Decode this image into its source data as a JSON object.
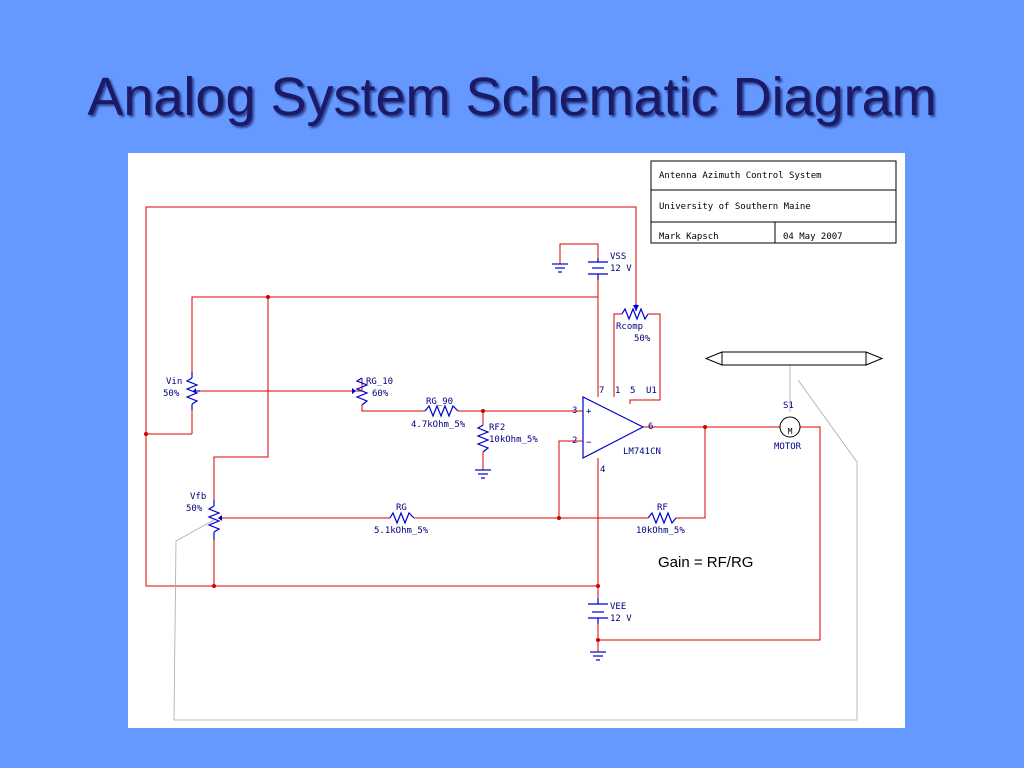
{
  "slide": {
    "title": "Analog System Schematic Diagram"
  },
  "title_block": {
    "project": "Antenna Azimuth Control System",
    "organization": "University of Southern Maine",
    "author": "Mark Kapsch",
    "date": "04 May 2007"
  },
  "components": {
    "vss": {
      "name": "VSS",
      "value": "12 V"
    },
    "vee": {
      "name": "VEE",
      "value": "12 V"
    },
    "rcomp": {
      "name": "Rcomp",
      "value": "50%"
    },
    "vin": {
      "name": "Vin",
      "value": "50%"
    },
    "rg10": {
      "name": "RG_10",
      "value": "60%"
    },
    "rg90": {
      "name": "RG_90",
      "value": "4.7kOhm_5%"
    },
    "rf2": {
      "name": "RF2",
      "value": "10kOhm_5%"
    },
    "vfb": {
      "name": "Vfb",
      "value": "50%"
    },
    "rg": {
      "name": "RG",
      "value": "5.1kOhm_5%"
    },
    "rf": {
      "name": "RF",
      "value": "10kOhm_5%"
    },
    "opamp": {
      "ref": "U1",
      "part": "LM741CN",
      "pins": [
        "7",
        "1",
        "5",
        "3",
        "2",
        "6",
        "4"
      ],
      "plus": "+",
      "minus": "−"
    },
    "motor": {
      "ref": "S1",
      "name": "MOTOR",
      "symbol": "M"
    }
  },
  "annotation": {
    "gain": "Gain = RF/RG"
  },
  "colors": {
    "background": "#6699FF",
    "wire": "#dd0000",
    "component": "#0000cc",
    "label": "#000080"
  }
}
